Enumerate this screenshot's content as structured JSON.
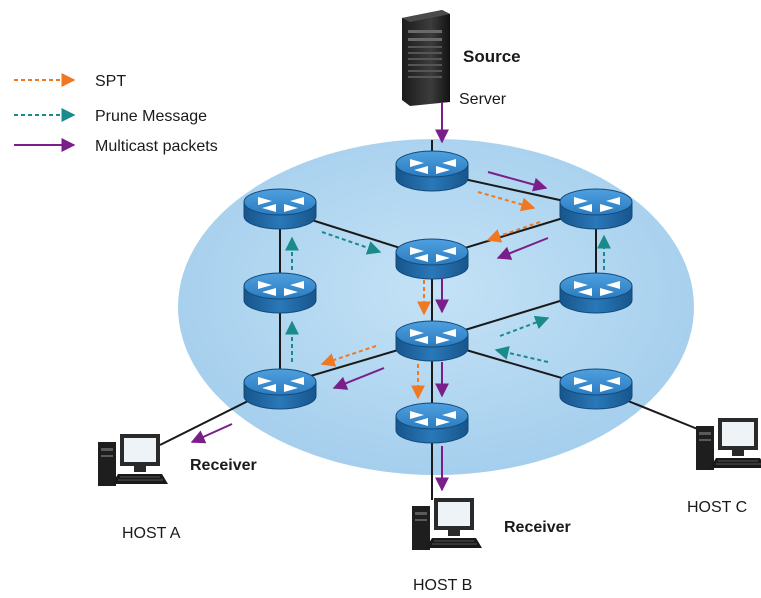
{
  "legend": {
    "spt": "SPT",
    "prune": "Prune Message",
    "multicast": "Multicast packets"
  },
  "source": {
    "title": "Source",
    "subtitle": "Server"
  },
  "hosts": {
    "a": {
      "label": "HOST A",
      "role": "Receiver"
    },
    "b": {
      "label": "HOST B",
      "role": "Receiver"
    },
    "c": {
      "label": "HOST C"
    }
  },
  "icons": {
    "router": "router-icon",
    "server": "server-icon",
    "host": "computer-icon"
  },
  "colors": {
    "spt": "#f07820",
    "prune": "#1a8a8a",
    "multicast": "#7a1f8a",
    "network": "#a8d4ef",
    "router_body": "#1f6fb0",
    "router_top": "#3d8fd0"
  }
}
